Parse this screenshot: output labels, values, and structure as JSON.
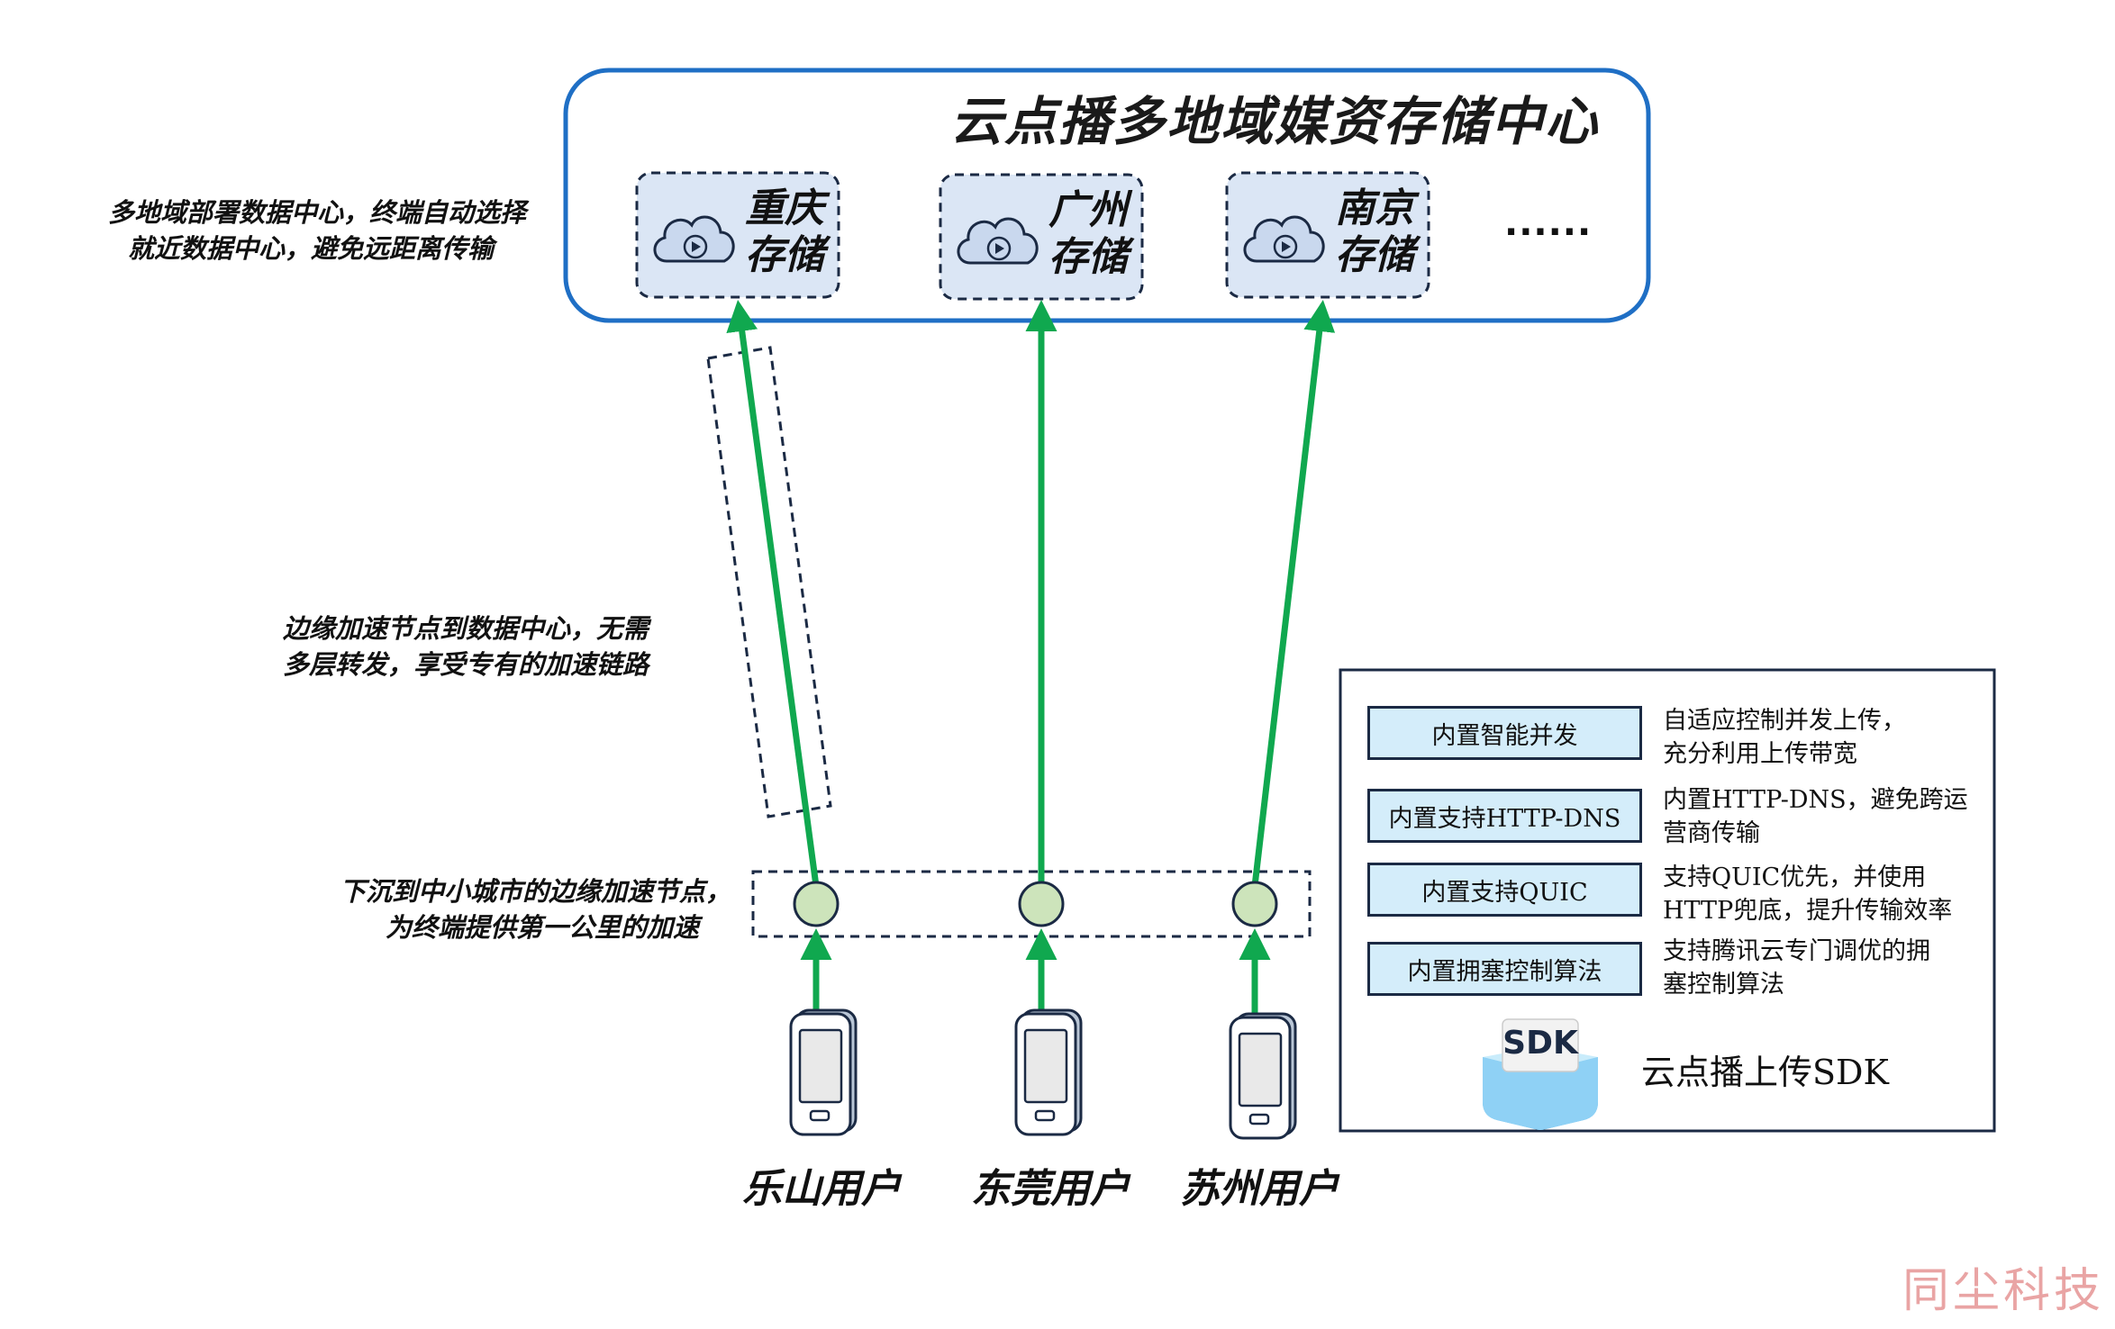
{
  "title": "云点播多地域媒资存储中心",
  "storage_centers": [
    {
      "name_line1": "重庆",
      "name_line2": "存储"
    },
    {
      "name_line1": "广州",
      "name_line2": "存储"
    },
    {
      "name_line1": "南京",
      "name_line2": "存储"
    }
  ],
  "more_indicator": "......",
  "notes": {
    "multi_region": {
      "line1": "多地域部署数据中心，终端自动选择",
      "line2": "就近数据中心，避免远距离传输"
    },
    "edge_to_dc": {
      "line1": "边缘加速节点到数据中心，无需",
      "line2": "多层转发，享受专有的加速链路"
    },
    "edge_sink": {
      "line1": "下沉到中小城市的边缘加速节点，",
      "line2": "为终端提供第一公里的加速"
    }
  },
  "users": [
    {
      "label": "乐山用户"
    },
    {
      "label": "东莞用户"
    },
    {
      "label": "苏州用户"
    }
  ],
  "sdk": {
    "features": [
      {
        "name": "内置智能并发",
        "desc_line1": "自适应控制并发上传，",
        "desc_line2": "充分利用上传带宽"
      },
      {
        "name": "内置支持HTTP-DNS",
        "desc_line1": "内置HTTP-DNS，避免跨运",
        "desc_line2": "营商传输"
      },
      {
        "name": "内置支持QUIC",
        "desc_line1": "支持QUIC优先，并使用",
        "desc_line2": "HTTP兜底，提升传输效率"
      },
      {
        "name": "内置拥塞控制算法",
        "desc_line1": "支持腾讯云专门调优的拥",
        "desc_line2": "塞控制算法"
      }
    ],
    "icon_text": "SDK",
    "caption": "云点播上传SDK"
  },
  "watermark": "同尘科技",
  "colors": {
    "frame_blue": "#1f6fc5",
    "storage_fill": "#dbe6f5",
    "arrow_green": "#10a84f",
    "node_fill": "#cde4bb",
    "dashed_navy": "#1b2a44",
    "feature_fill": "#d4edfa"
  }
}
